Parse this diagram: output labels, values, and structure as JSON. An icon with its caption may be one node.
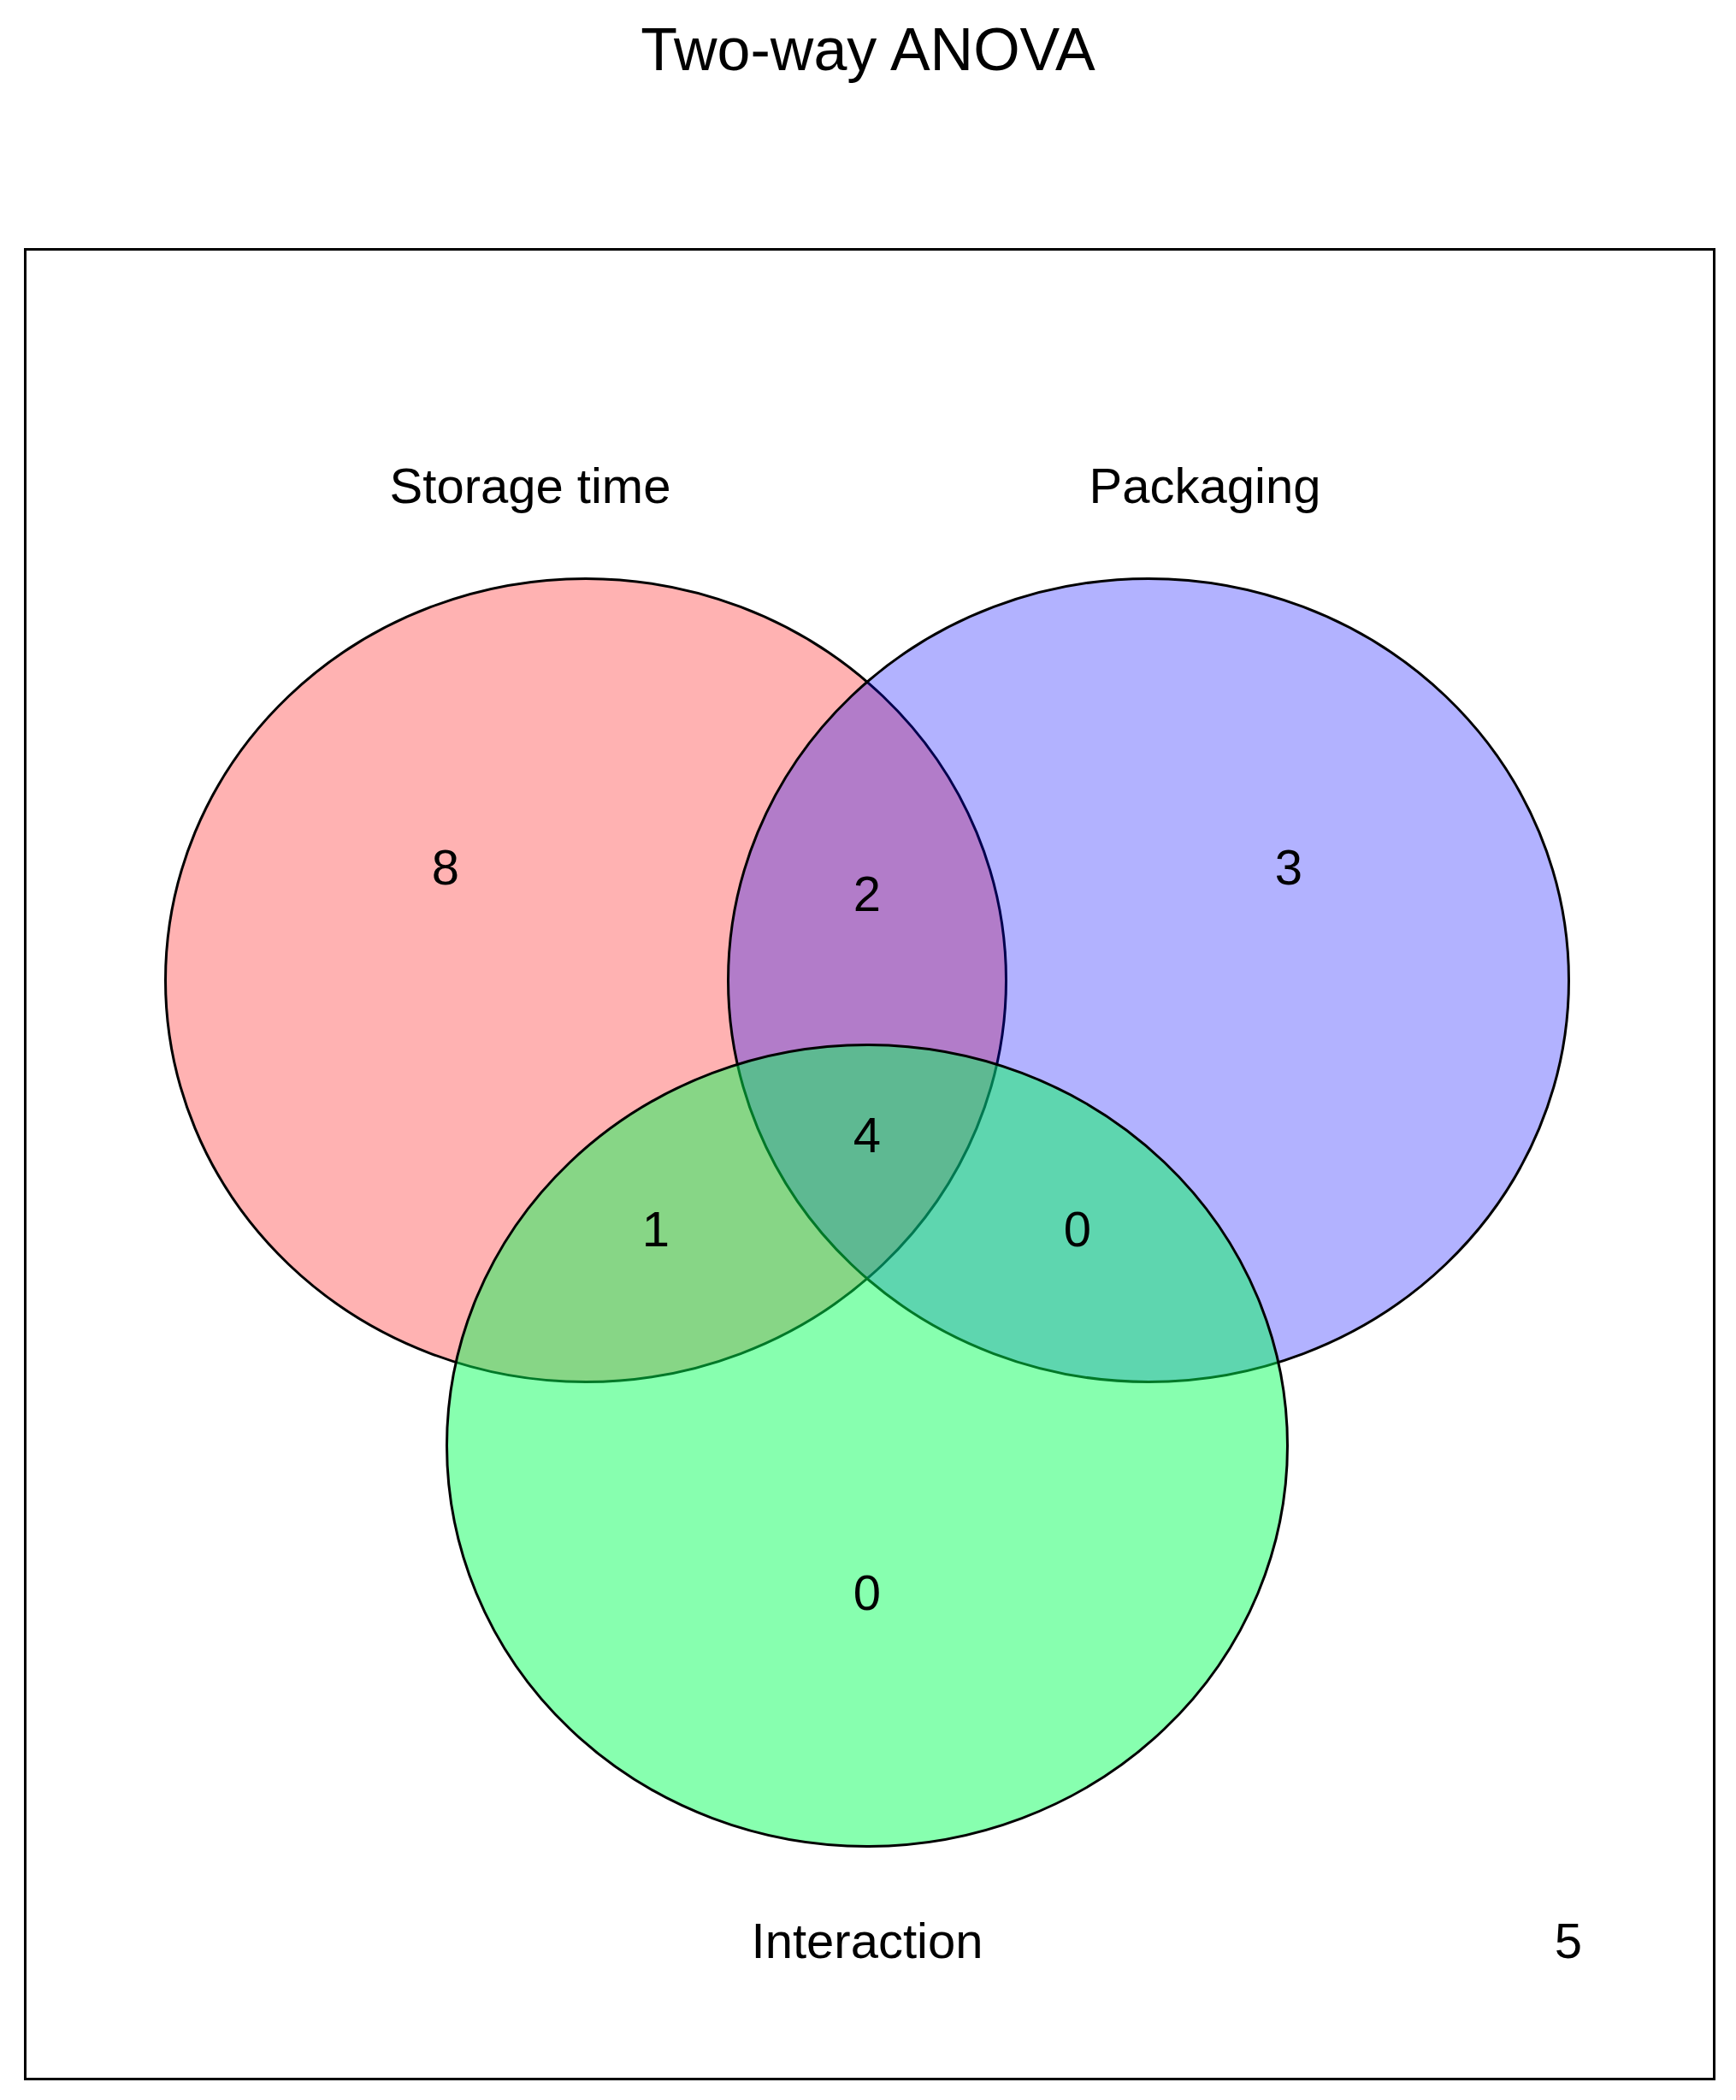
{
  "diagram": {
    "title": "Two-way ANOVA",
    "nodes": [
      {
        "text": [
          "Storage time",
          "8"
        ]
      },
      {
        "text": [
          "Packaging",
          "3"
        ]
      },
      {
        "text": [
          "0",
          "Interaction"
        ]
      }
    ],
    "labels": [
      "2",
      "4",
      "1",
      "0",
      "5"
    ]
  }
}
